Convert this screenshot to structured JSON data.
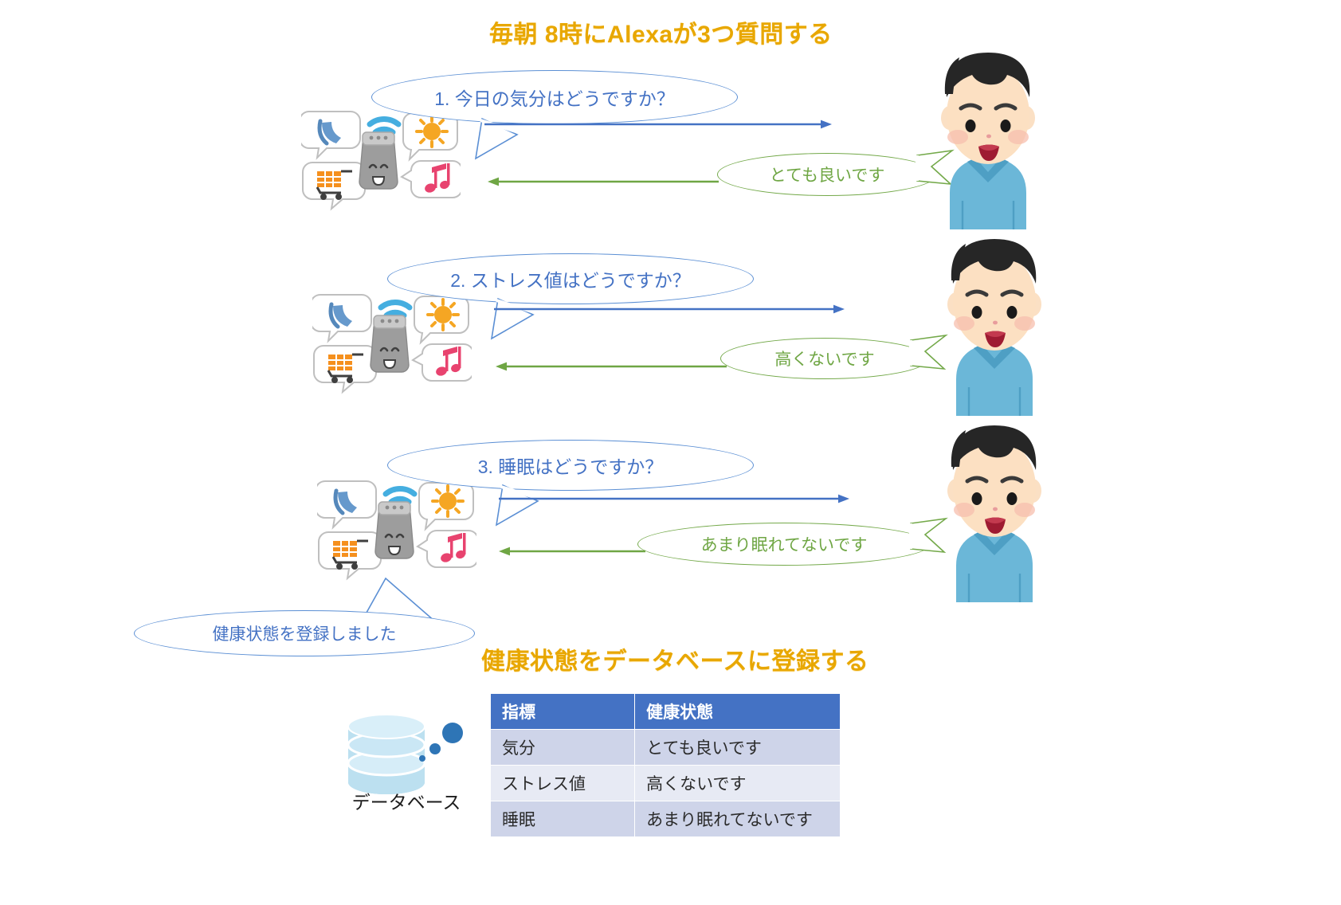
{
  "titles": {
    "top": "毎朝 8時にAlexaが3つ質問する",
    "bottom": "健康状態をデータベースに登録する"
  },
  "conversations": [
    {
      "question": "1. 今日の気分はどうですか？",
      "answer": "とても良いです",
      "assistant_icon": "smart-speaker-icon",
      "person_icon": "person-avatar"
    },
    {
      "question": "2. ストレス値はどうですか？",
      "answer": "高くないです",
      "assistant_icon": "smart-speaker-icon",
      "person_icon": "person-avatar"
    },
    {
      "question": "3. 睡眠はどうですか？",
      "answer": "あまり眠れてないです",
      "assistant_icon": "smart-speaker-icon",
      "person_icon": "person-avatar"
    }
  ],
  "register_bubble": "健康状態を登録しました",
  "database": {
    "label": "データベース",
    "icon": "database-cylinder-icon"
  },
  "table": {
    "headers": [
      "指標",
      "健康状態"
    ],
    "rows": [
      [
        "気分",
        "とても良いです"
      ],
      [
        "ストレス値",
        "高くないです"
      ],
      [
        "睡眠",
        "あまり眠れてないです"
      ]
    ]
  },
  "icons": {
    "phone": "phone-icon",
    "wifi": "wifi-icon",
    "sun": "sun-icon",
    "cart": "shopping-cart-icon",
    "music": "music-note-icon"
  },
  "colors": {
    "title_gold": "#E8A700",
    "question_blue": "#4472C4",
    "answer_green": "#6FA644",
    "table_header": "#4472C4",
    "table_row_odd": "#CED4E9",
    "table_row_even": "#E7EAF4",
    "shirt_blue": "#6BB7D8",
    "database_blue": "#B4DCEC"
  }
}
